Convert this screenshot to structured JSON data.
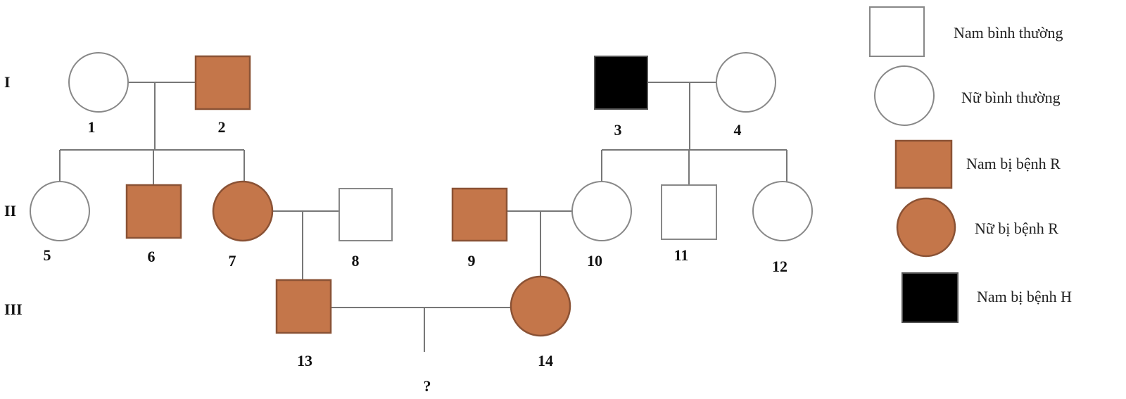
{
  "generations": [
    "I",
    "II",
    "III"
  ],
  "individuals": {
    "1": "1",
    "2": "2",
    "3": "3",
    "4": "4",
    "5": "5",
    "6": "6",
    "7": "7",
    "8": "8",
    "9": "9",
    "10": "10",
    "11": "11",
    "12": "12",
    "13": "13",
    "14": "14"
  },
  "unknown_child": "?",
  "colors": {
    "disease_R": "#c4764a",
    "disease_H": "#000000",
    "normal": "#ffffff"
  },
  "legend": [
    {
      "label": "Nam bình thường"
    },
    {
      "label": "Nữ bình thường"
    },
    {
      "label": "Nam bị bệnh R"
    },
    {
      "label": "Nữ bị bệnh R"
    },
    {
      "label": "Nam bị bệnh H"
    }
  ]
}
